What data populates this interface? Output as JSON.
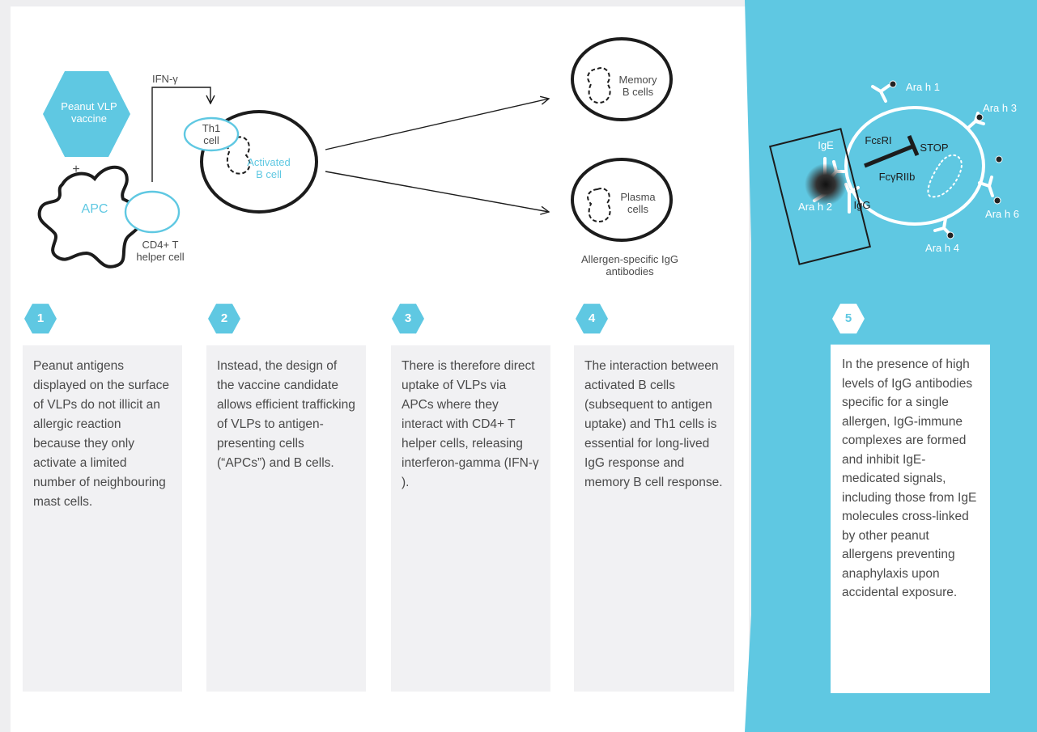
{
  "colors": {
    "accent_blue": "#5fc8e2",
    "panel_grey": "#f1f1f3",
    "outline": "#1c1c1c"
  },
  "diagram": {
    "vaccine_label": "Peanut VLP vaccine",
    "plus": "+",
    "apc_label": "APC",
    "cd4_label": "CD4+ T helper cell",
    "ifn_label": "IFN-γ",
    "th1_label": "Th1 cell",
    "activated_b_label": "Activated B cell",
    "memory_b_label": "Memory B cells",
    "plasma_label": "Plasma cells",
    "allergen_igg_label": "Allergen-specific IgG antibodies",
    "ige_label": "IgE",
    "igg_label": "IgG",
    "fceri_label": "FcεRI",
    "fcgriib_label": "FcγRIIb",
    "stop_label": "STOP",
    "ara_h1": "Ara h 1",
    "ara_h2": "Ara h 2",
    "ara_h3": "Ara h 3",
    "ara_h4": "Ara h 4",
    "ara_h6": "Ara h 6"
  },
  "steps": [
    {
      "number": "1",
      "text": "Peanut antigens displayed on the surface of VLPs do not illicit an allergic reaction because they only activate a limited number of neighbouring mast cells."
    },
    {
      "number": "2",
      "text": "Instead, the design of the vaccine candidate allows efficient trafficking of VLPs to antigen-presenting cells (“APCs”) and B cells."
    },
    {
      "number": "3",
      "text": "There is therefore direct uptake of VLPs via APCs where they interact with CD4+ T helper cells, releasing interferon-gamma (IFN-γ )."
    },
    {
      "number": "4",
      "text": "The interaction between activated B cells (subsequent to antigen uptake) and Th1 cells is essential for long-lived IgG response and memory B cell response."
    },
    {
      "number": "5",
      "text": "In the presence of high levels of IgG antibodies specific for a single allergen, IgG-immune complexes are formed and inhibit IgE-medicated signals, including those from IgE molecules cross-linked by other peanut allergens preventing anaphylaxis upon accidental exposure."
    }
  ]
}
